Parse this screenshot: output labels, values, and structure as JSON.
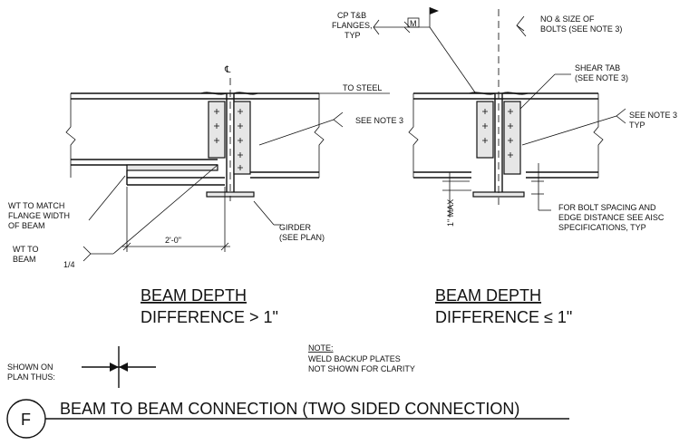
{
  "detail": {
    "tag": "F",
    "title": "BEAM TO BEAM CONNECTION (TWO SIDED CONNECTION)"
  },
  "left_detail": {
    "heading_line1": "BEAM DEPTH",
    "heading_line2": "DIFFERENCE > 1\"",
    "centerline_symbol": "℄",
    "wt_note_lines": [
      "WT TO MATCH",
      "FLANGE WIDTH",
      "OF BEAM"
    ],
    "wt_to_beam_lines": [
      "WT TO",
      "BEAM"
    ],
    "weld_size": "1/4",
    "dimension": "2'-0\"",
    "girder_lines": [
      "GIRDER",
      "(SEE PLAN)"
    ],
    "to_steel": "TO STEEL",
    "see_note": "SEE NOTE 3"
  },
  "right_detail": {
    "heading_line1": "BEAM DEPTH",
    "heading_line2": "DIFFERENCE ≤ 1\"",
    "cp_lines": [
      "CP T&B",
      "FLANGES,",
      "TYP"
    ],
    "weld_symbol_letter": "M",
    "bolts_lines": [
      "NO & SIZE OF",
      "BOLTS (SEE NOTE 3)"
    ],
    "shear_tab_lines": [
      "SHEAR TAB",
      "(SEE NOTE 3)"
    ],
    "see_note_lines": [
      "SEE NOTE 3",
      "TYP"
    ],
    "max_label": "1\" MAX",
    "bolt_spacing_lines": [
      "FOR BOLT SPACING AND",
      "EDGE DISTANCE SEE AISC",
      "SPECIFICATIONS, TYP"
    ]
  },
  "plan_symbol_lines": [
    "SHOWN ON",
    "PLAN THUS:"
  ],
  "note": {
    "heading": "NOTE:",
    "lines": [
      "WELD BACKUP PLATES",
      "NOT SHOWN FOR CLARITY"
    ]
  }
}
